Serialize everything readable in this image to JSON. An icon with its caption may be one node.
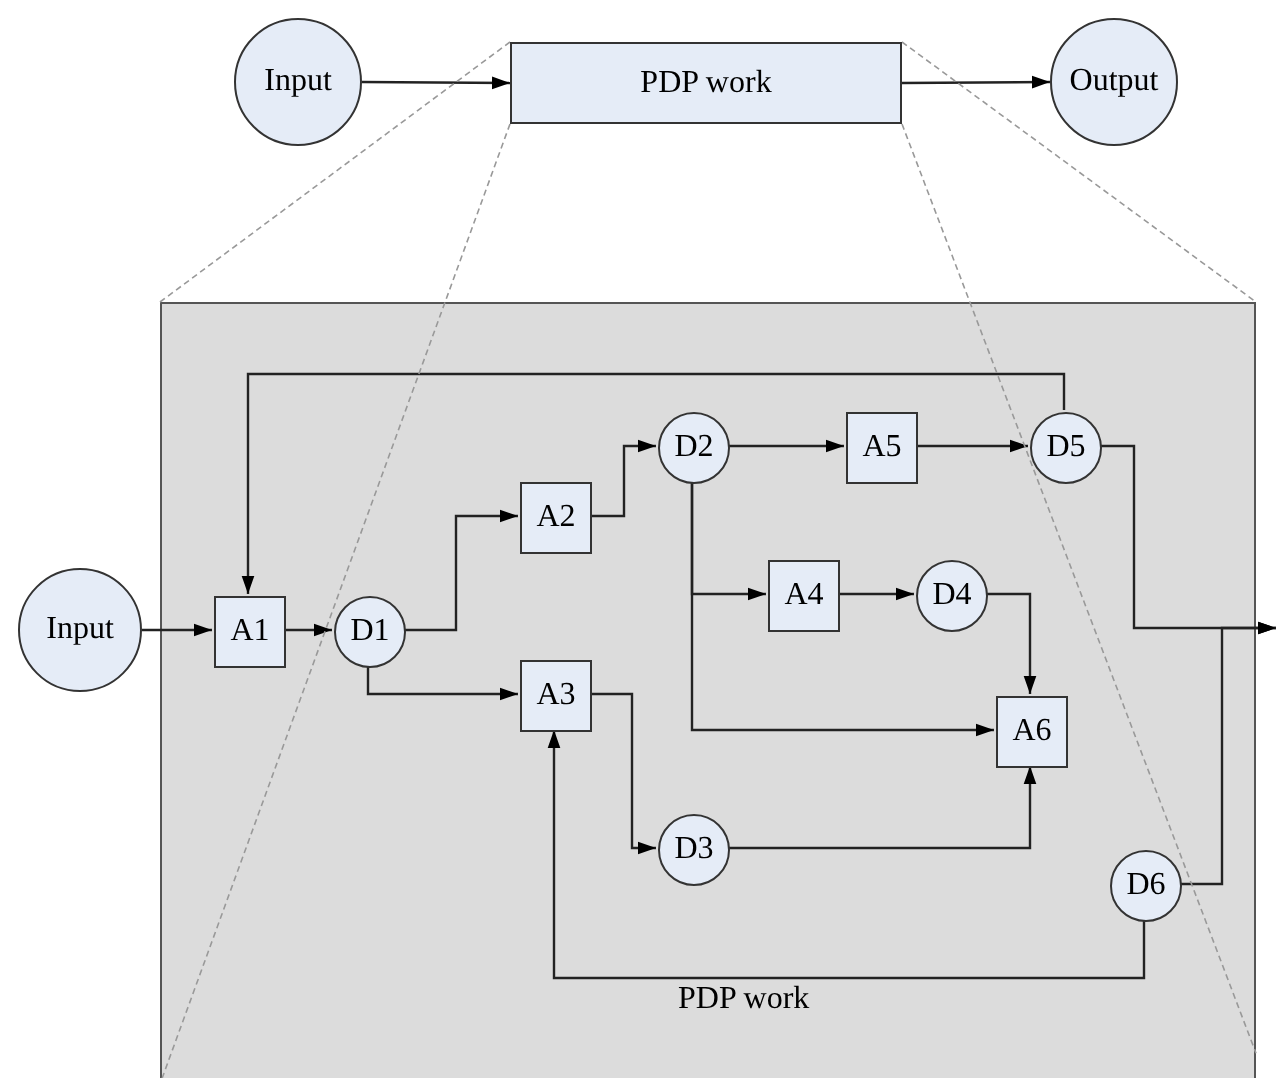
{
  "diagram": {
    "nodes": [
      {
        "text": [
          "Input"
        ]
      },
      {
        "text": [
          "PDP work"
        ]
      },
      {
        "text": [
          "Output"
        ]
      },
      {
        "text": [
          "PDP work"
        ]
      },
      {
        "text": [
          "Input"
        ]
      },
      {
        "text": [
          "A1"
        ],
        "in": 3
      },
      {
        "text": [
          "D1"
        ],
        "in": 3
      },
      {
        "text": [
          "A2"
        ],
        "in": 3
      },
      {
        "text": [
          "A3"
        ],
        "in": 3
      },
      {
        "text": [
          "D2"
        ],
        "in": 3
      },
      {
        "text": [
          "A5"
        ],
        "in": 3
      },
      {
        "text": [
          "A4"
        ],
        "in": 3
      },
      {
        "text": [
          "D4"
        ],
        "in": 3
      },
      {
        "text": [
          "A6"
        ],
        "in": 3
      },
      {
        "text": [
          "D3"
        ],
        "in": 3
      },
      {
        "text": [
          "D5"
        ],
        "in": 3
      },
      {
        "text": [
          "D6"
        ],
        "in": 3
      }
    ],
    "edges": [
      {
        "from": 0,
        "to": 1,
        "arrow": "to"
      },
      {
        "from": 1,
        "to": 2,
        "arrow": "to"
      },
      {
        "from": 4,
        "to": 5,
        "arrow": "to"
      },
      {
        "from": 5,
        "to": 6,
        "arrow": "to"
      },
      {
        "from": 6,
        "to": 7,
        "arrow": "to"
      },
      {
        "from": 6,
        "to": 8,
        "arrow": "to"
      },
      {
        "from": 7,
        "to": 9,
        "arrow": "to"
      },
      {
        "from": 9,
        "to": 10,
        "arrow": "to"
      },
      {
        "from": 10,
        "to": 15,
        "arrow": "to"
      },
      {
        "from": 15,
        "to": 5,
        "arrow": "to"
      },
      {
        "from": 9,
        "to": 11,
        "arrow": "to"
      },
      {
        "from": 9,
        "to": 13,
        "arrow": "to"
      },
      {
        "from": 11,
        "to": 12,
        "arrow": "to"
      },
      {
        "from": 12,
        "to": 13,
        "arrow": "to"
      },
      {
        "from": 8,
        "to": 14,
        "arrow": "to"
      },
      {
        "from": 14,
        "to": 13,
        "arrow": "to"
      },
      {
        "from": 16,
        "to": 8,
        "arrow": "to"
      },
      {
        "from": 15,
        "to": null,
        "arrow": "to"
      },
      {
        "from": 16,
        "to": null,
        "arrow": "to"
      },
      {
        "from": 1,
        "to": 3,
        "arrow": "none",
        "style": "dashed",
        "color": "#999999"
      },
      {
        "from": 1,
        "to": 3,
        "arrow": "none",
        "style": "dashed",
        "color": "#999999"
      },
      {
        "from": 1,
        "to": 3,
        "arrow": "none",
        "style": "dashed",
        "color": "#999999"
      },
      {
        "from": 1,
        "to": 3,
        "arrow": "none",
        "style": "dashed",
        "color": "#999999"
      }
    ]
  }
}
